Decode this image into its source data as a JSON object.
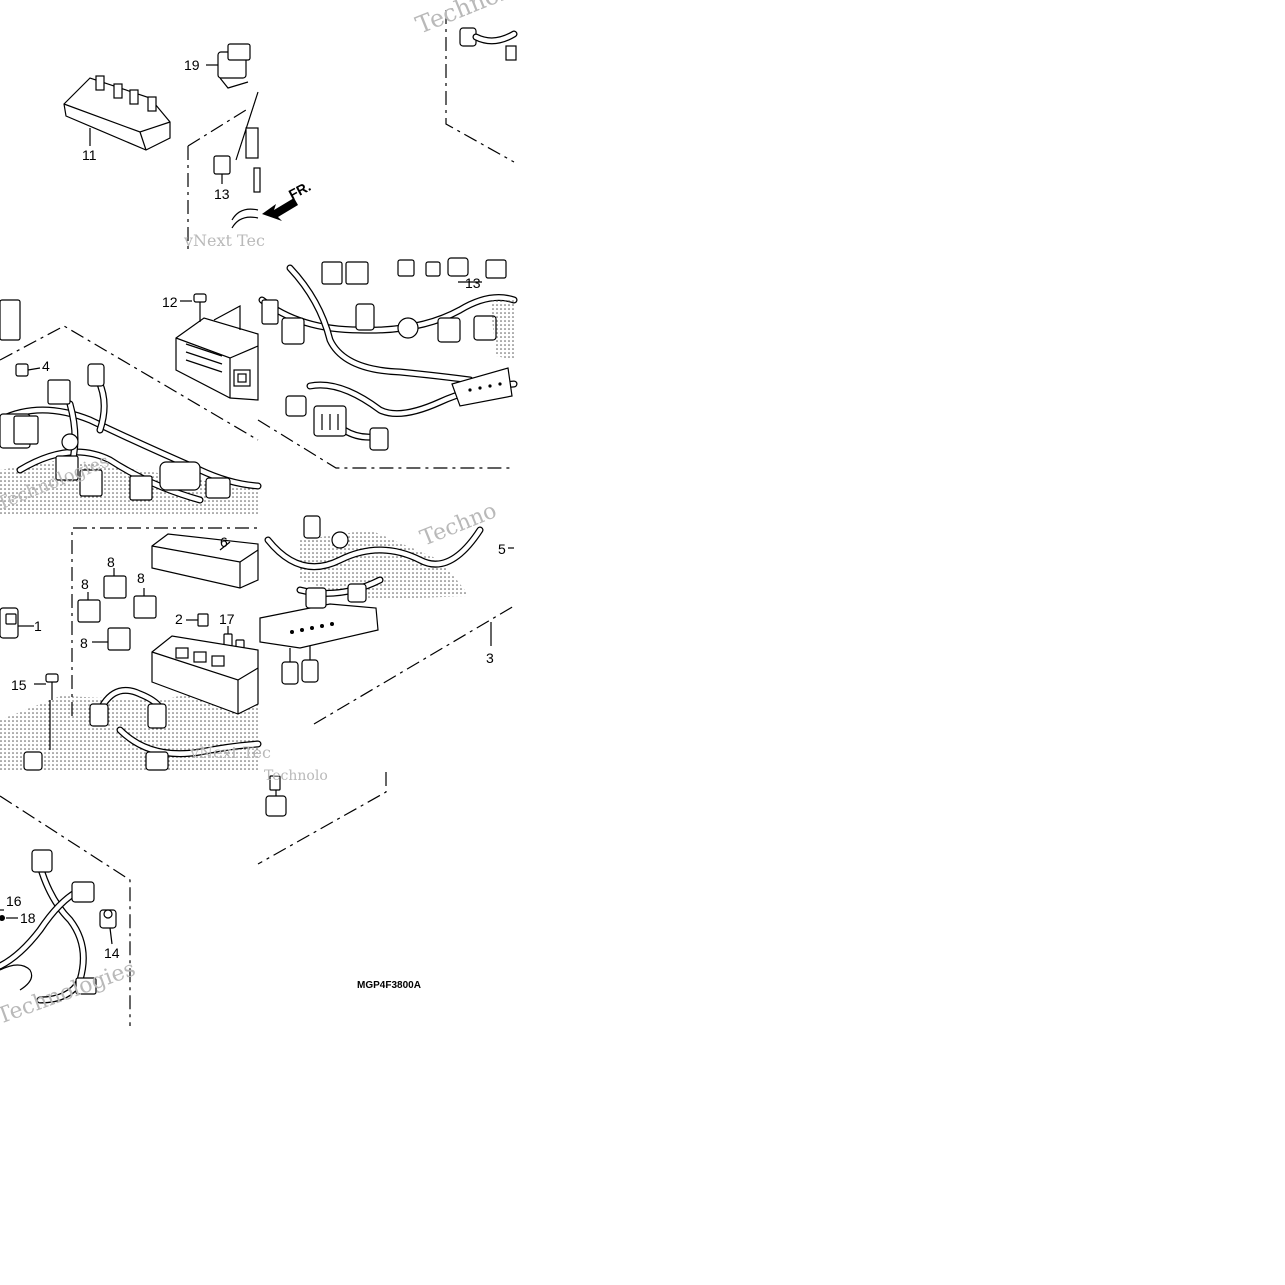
{
  "diagram": {
    "drawing_code": "MGP4F3800A",
    "front_indicator": "FR.",
    "watermark_words": [
      "Technologies",
      "vNext Tec",
      "Technologies",
      "vNext Tec",
      "Technolo",
      "Technologies",
      "Techno"
    ],
    "callouts": {
      "c1": "1",
      "c2": "2",
      "c3": "3",
      "c4": "4",
      "c5": "5",
      "c6": "6",
      "c8a": "8",
      "c8b": "8",
      "c8c": "8",
      "c8d": "8",
      "c11": "11",
      "c12": "12",
      "c13a": "13",
      "c13b": "13",
      "c14": "14",
      "c15": "15",
      "c16": "16",
      "c17": "17",
      "c18": "18",
      "c19": "19"
    }
  }
}
